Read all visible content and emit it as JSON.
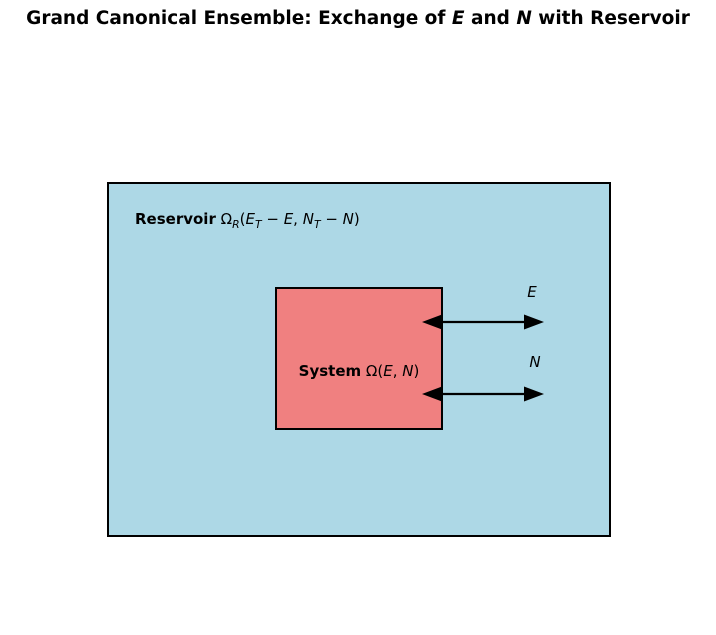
{
  "title": {
    "part1": "Grand Canonical Ensemble: Exchange of ",
    "var1": "E",
    "part2": " and ",
    "var2": "N",
    "part3": " with Reservoir"
  },
  "reservoir": {
    "name": "Reservoir",
    "formula": {
      "omega": "Ω",
      "omega_sub": "R",
      "open": "(",
      "E1": "E",
      "T1": "T",
      "minus1": " − ",
      "E2": "E",
      "comma": ", ",
      "N1": "N",
      "T2": "T",
      "minus2": " − ",
      "N2": "N",
      "close": ")"
    },
    "fill_color": "#ADD8E6",
    "border_color": "#000000"
  },
  "system": {
    "name": "System",
    "formula": {
      "omega": "Ω",
      "open": "(",
      "E": "E",
      "comma": ", ",
      "N": "N",
      "close": ")"
    },
    "fill_color": "#F08080",
    "border_color": "#000000"
  },
  "exchange_arrows": {
    "energy_label": "E",
    "particle_label": "N",
    "color": "#000000"
  },
  "background_color": "#FFFFFF"
}
